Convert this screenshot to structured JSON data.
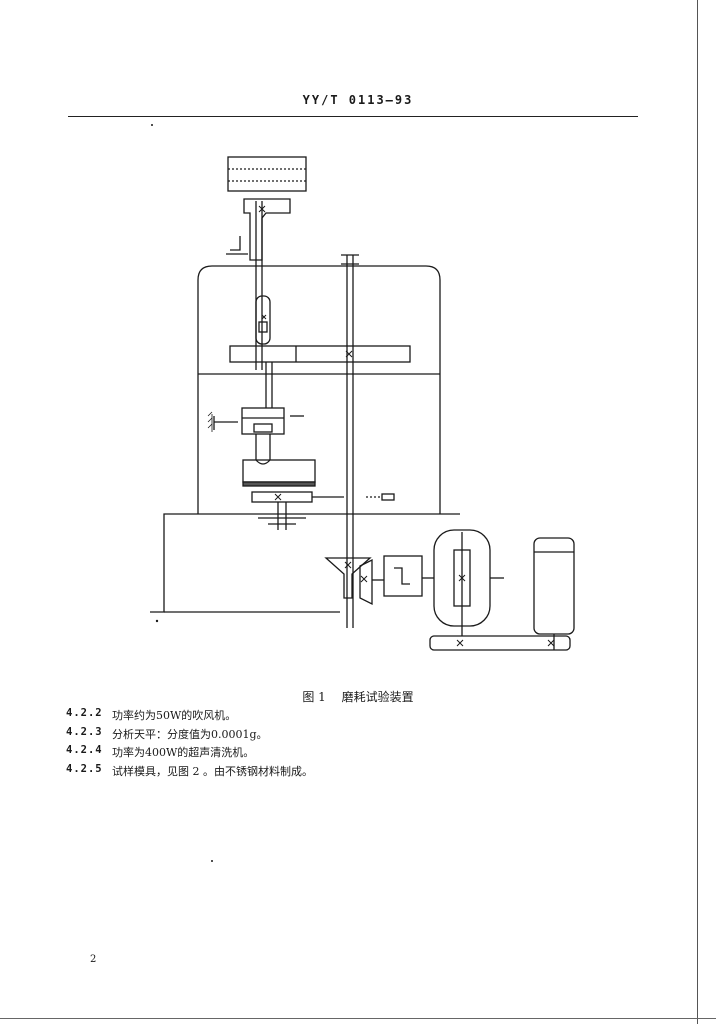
{
  "header": {
    "standard_code": "YY/T 0113—93"
  },
  "figure": {
    "caption_number": "图 1",
    "caption_title": "磨耗试验装置"
  },
  "items": [
    {
      "num": "4.2.2",
      "text": "功率约为50W的吹风机。"
    },
    {
      "num": "4.2.3",
      "text": "分析天平：分度值为0.0001g。"
    },
    {
      "num": "4.2.4",
      "text": "功率为400W的超声清洗机。"
    },
    {
      "num": "4.2.5",
      "text": "试样模具，见图 2 。由不锈钢材料制成。"
    }
  ],
  "footer": {
    "page_number": "2"
  }
}
